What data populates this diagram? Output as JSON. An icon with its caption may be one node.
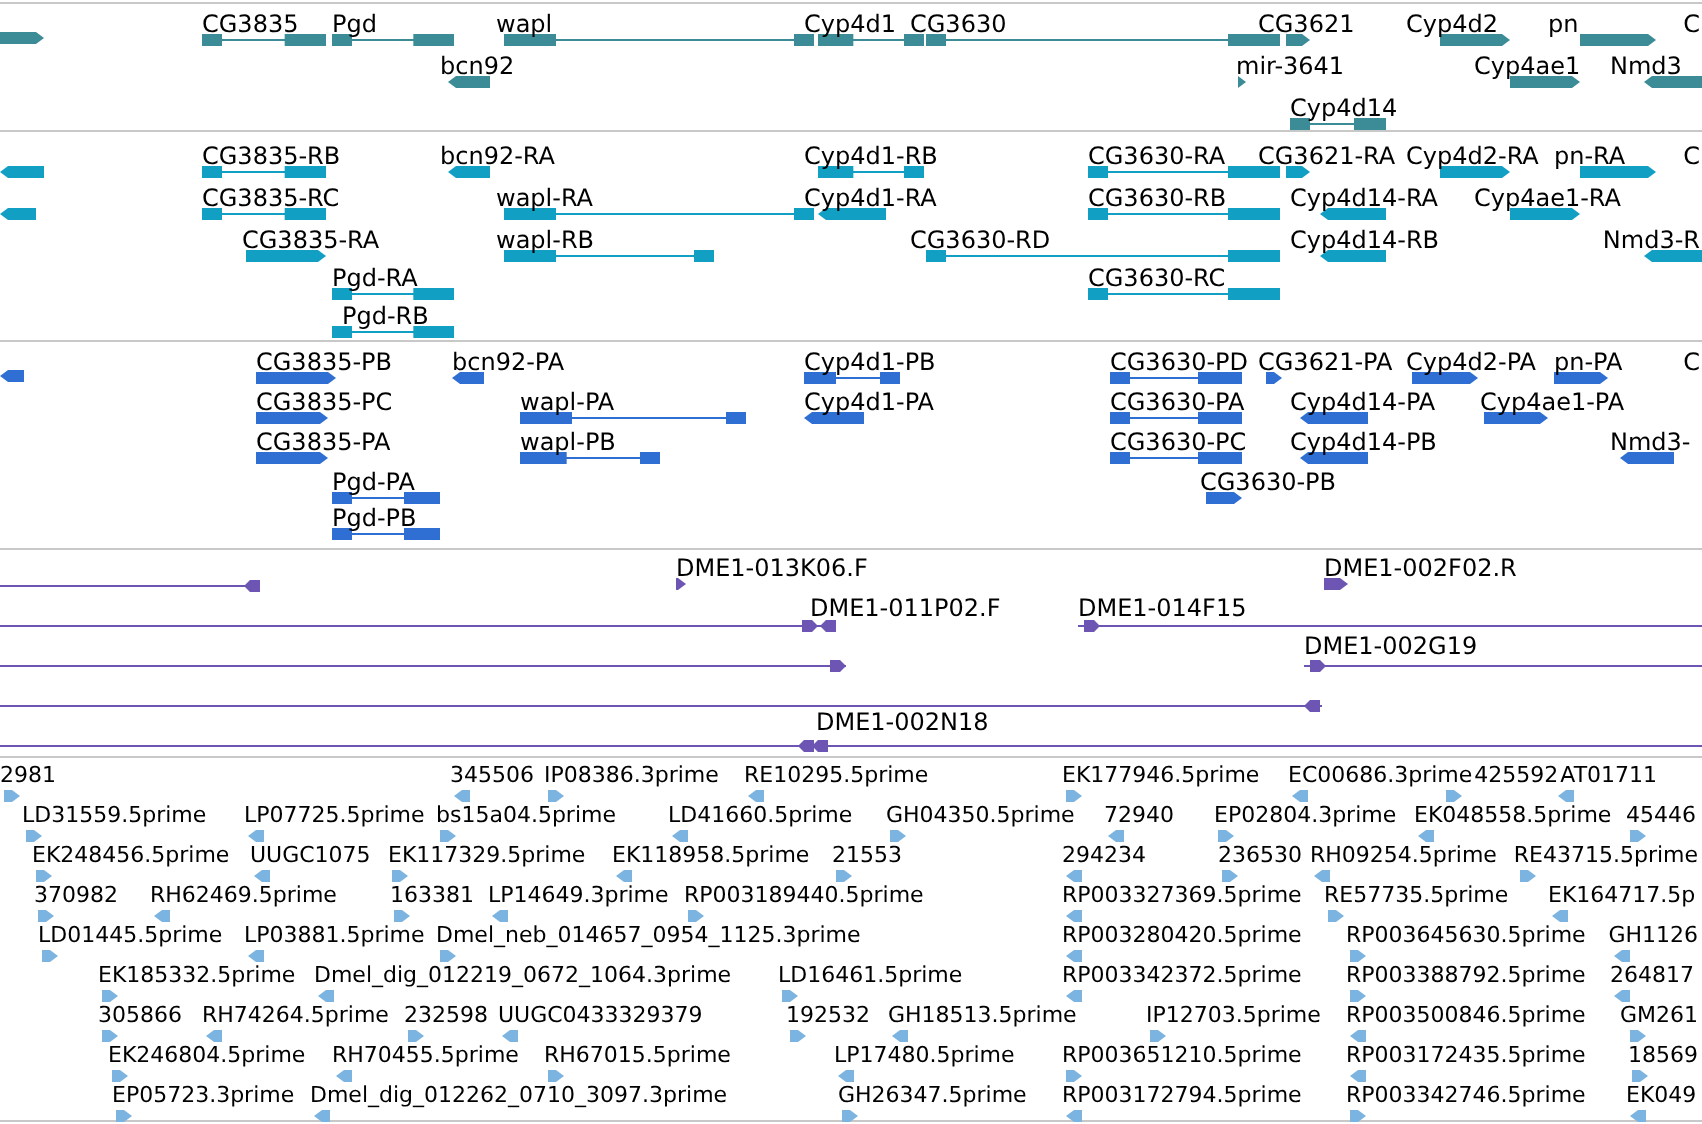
{
  "diagram": {
    "labels": [
      "CG3835",
      "Pgd",
      "wapl",
      "Cyp4d1",
      "CG3630",
      "CG3621",
      "Cyp4d2",
      "pn",
      "C",
      "bcn92",
      "mir-3641",
      "Cyp4ae1",
      "Nmd3",
      "Cyp4d14",
      "CG3835-RB",
      "bcn92-RA",
      "Cyp4d1-RB",
      "CG3630-RA",
      "CG3621-RA",
      "Cyp4d2-RA",
      "pn-RA",
      "C",
      "CG3835-RC",
      "wapl-RA",
      "Cyp4d1-RA",
      "CG3630-RB",
      "Cyp4d14-RA",
      "Cyp4ae1-RA",
      "CG3835-RA",
      "wapl-RB",
      "CG3630-RD",
      "Cyp4d14-RB",
      "Nmd3-R",
      "Pgd-RA",
      "CG3630-RC",
      "Pgd-RB",
      "CG3835-PB",
      "bcn92-PA",
      "Cyp4d1-PB",
      "CG3630-PD",
      "CG3621-PA",
      "Cyp4d2-PA",
      "pn-PA",
      "C",
      "CG3835-PC",
      "wapl-PA",
      "Cyp4d1-PA",
      "CG3630-PA",
      "Cyp4d14-PA",
      "Cyp4ae1-PA",
      "CG3835-PA",
      "wapl-PB",
      "CG3630-PC",
      "Cyp4d14-PB",
      "Nmd3-",
      "Pgd-PA",
      "CG3630-PB",
      "Pgd-PB",
      "DME1-013K06.F",
      "DME1-002F02.R",
      "DME1-011P02.F",
      "DME1-014F15",
      "DME1-002G19",
      "DME1-002N18",
      "2981",
      "345506",
      "IP08386.3prime",
      "RE10295.5prime",
      "EK177946.5prime",
      "EC00686.3prime",
      "425592",
      "AT01711",
      "LD31559.5prime",
      "LP07725.5prime",
      "bs15a04.5prime",
      "LD41660.5prime",
      "GH04350.5prime",
      "72940",
      "EP02804.3prime",
      "EK048558.5prime",
      "45446",
      "EK248456.5prime",
      "UUGC1075",
      "EK117329.5prime",
      "EK118958.5prime",
      "21553",
      "294234",
      "236530",
      "RH09254.5prime",
      "RE43715.5prime",
      "370982",
      "RH62469.5prime",
      "163381",
      "LP14649.3prime",
      "RP003189440.5prime",
      "RP003327369.5prime",
      "RE57735.5prime",
      "EK164717.5p",
      "LD01445.5prime",
      "LP03881.5prime",
      "Dmel_neb_014657_0954_1125.3prime",
      "RP003280420.5prime",
      "RP003645630.5prime",
      "GH1126",
      "EK185332.5prime",
      "Dmel_dig_012219_0672_1064.3prime",
      "LD16461.5prime",
      "RP003342372.5prime",
      "RP003388792.5prime",
      "264817",
      "305866",
      "RH74264.5prime",
      "232598",
      "UUGC0433329379",
      "192532",
      "GH18513.5prime",
      "IP12703.5prime",
      "RP003500846.5prime",
      "GM261",
      "EK246804.5prime",
      "RH70455.5prime",
      "RH67015.5prime",
      "LP17480.5prime",
      "RP003651210.5prime",
      "RP003172435.5prime",
      "18569",
      "EP05723.3prime",
      "Dmel_dig_012262_0710_3097.3prime",
      "GH26347.5prime",
      "RP003172794.5prime",
      "RP003342746.5prime",
      "EK049"
    ]
  }
}
